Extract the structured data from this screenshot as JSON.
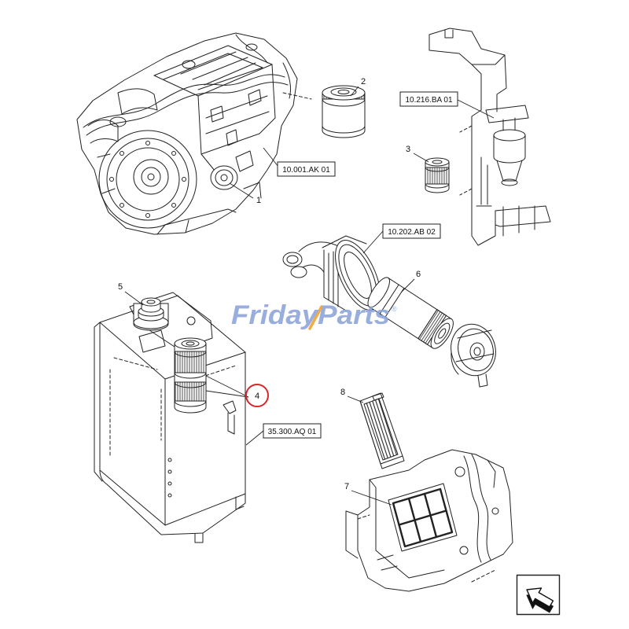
{
  "callouts": [
    "1",
    "2",
    "3",
    "4",
    "5",
    "6",
    "7",
    "8"
  ],
  "references": {
    "engine": "10.001.AK 01",
    "fuel_filter_bracket": "10.216.BA 01",
    "air_cleaner": "10.202.AB 02",
    "hydraulic_tank": "35.300.AQ 01"
  },
  "watermark": {
    "text": "FridayParts",
    "registered_mark": "®"
  },
  "colors": {
    "line_art": "#222222",
    "highlight_ring": "#d9262b",
    "watermark": "#8ea6d9",
    "watermark_accent": "#f2a12b",
    "background": "#ffffff"
  },
  "icons": {
    "view_direction": "view-direction-icon"
  }
}
